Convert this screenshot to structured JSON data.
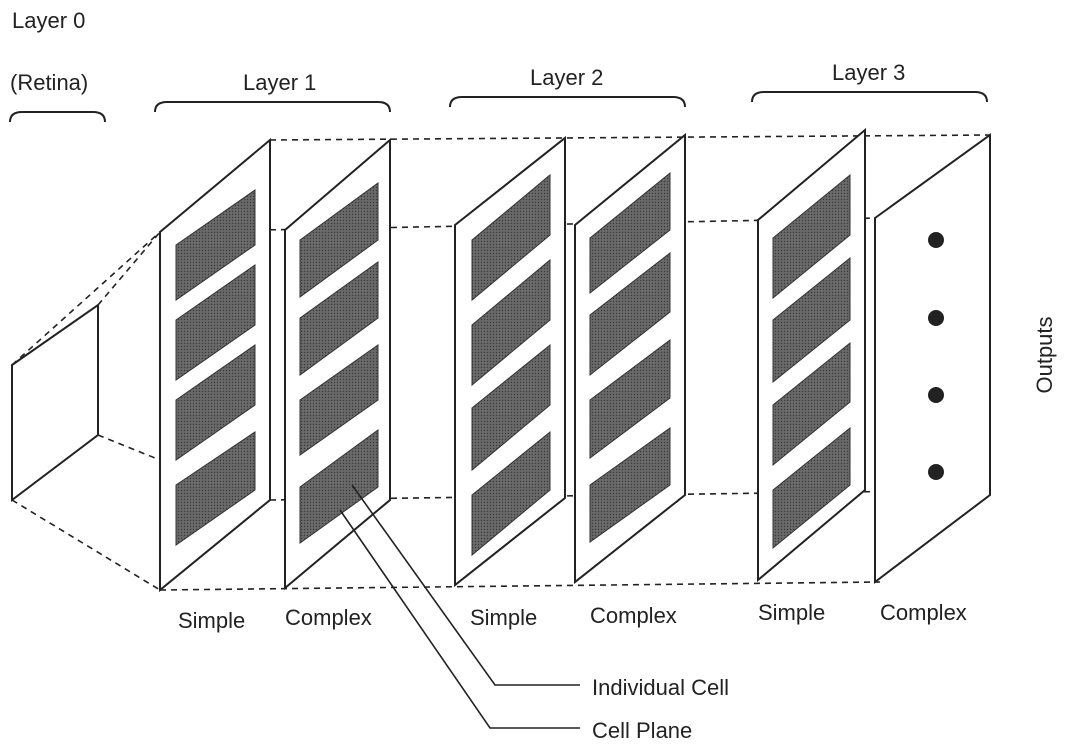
{
  "labels": {
    "layer0": "Layer 0",
    "retina": "(Retina)",
    "layer1": "Layer 1",
    "layer2": "Layer 2",
    "layer3": "Layer 3",
    "simple1": "Simple",
    "complex1": "Complex",
    "simple2": "Simple",
    "complex2": "Complex",
    "simple3": "Simple",
    "complex3": "Complex",
    "individual_cell": "Individual Cell",
    "cell_plane": "Cell Plane",
    "outputs": "Outputs"
  },
  "colors": {
    "line": "#222222",
    "cell_fill": "#555555",
    "background": "#ffffff"
  }
}
